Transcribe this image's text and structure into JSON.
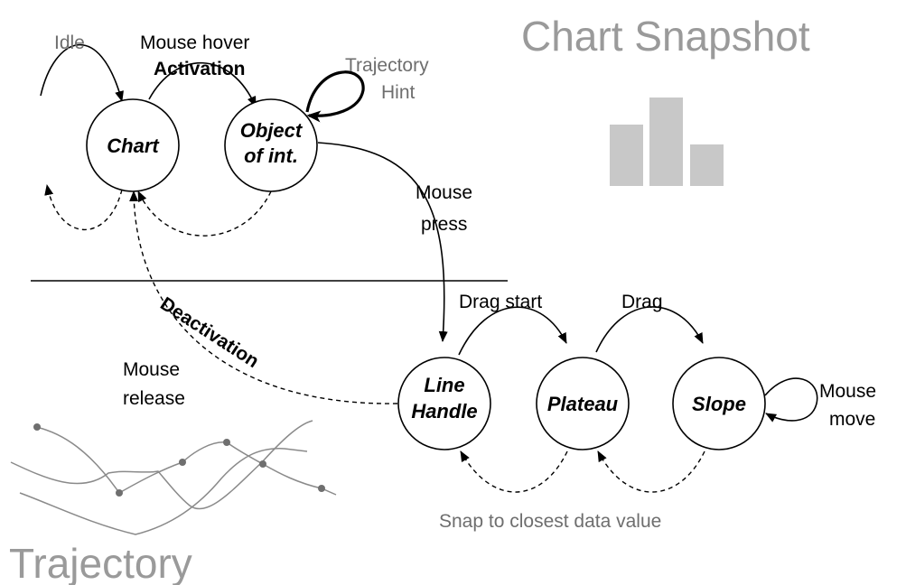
{
  "title": "Chart Snapshot",
  "bottom_title": "Trajectory",
  "nodes": {
    "chart": "Chart",
    "object_line1": "Object",
    "object_line2": "of int.",
    "line_handle_line1": "Line",
    "line_handle_line2": "Handle",
    "plateau": "Plateau",
    "slope": "Slope"
  },
  "labels": {
    "idle": "Idle",
    "mouse_hover": "Mouse hover",
    "activation": "Activation",
    "trajectory_hint_line1": "Trajectory",
    "trajectory_hint_line2": "Hint",
    "mouse_press_line1": "Mouse",
    "mouse_press_line2": "press",
    "drag_start": "Drag start",
    "drag": "Drag",
    "deactivation": "Deactivation",
    "mouse_release_line1": "Mouse",
    "mouse_release_line2": "release",
    "mouse_move_line1": "Mouse",
    "mouse_move_line2": "move",
    "snap": "Snap to closest data value"
  },
  "colors": {
    "ink": "#000000",
    "watermark_gray": "#9a9a9a",
    "hint_gray": "#6e6e6e",
    "icon_gray": "#c8c8c8",
    "trajectory_gray": "#8a8a8a"
  }
}
